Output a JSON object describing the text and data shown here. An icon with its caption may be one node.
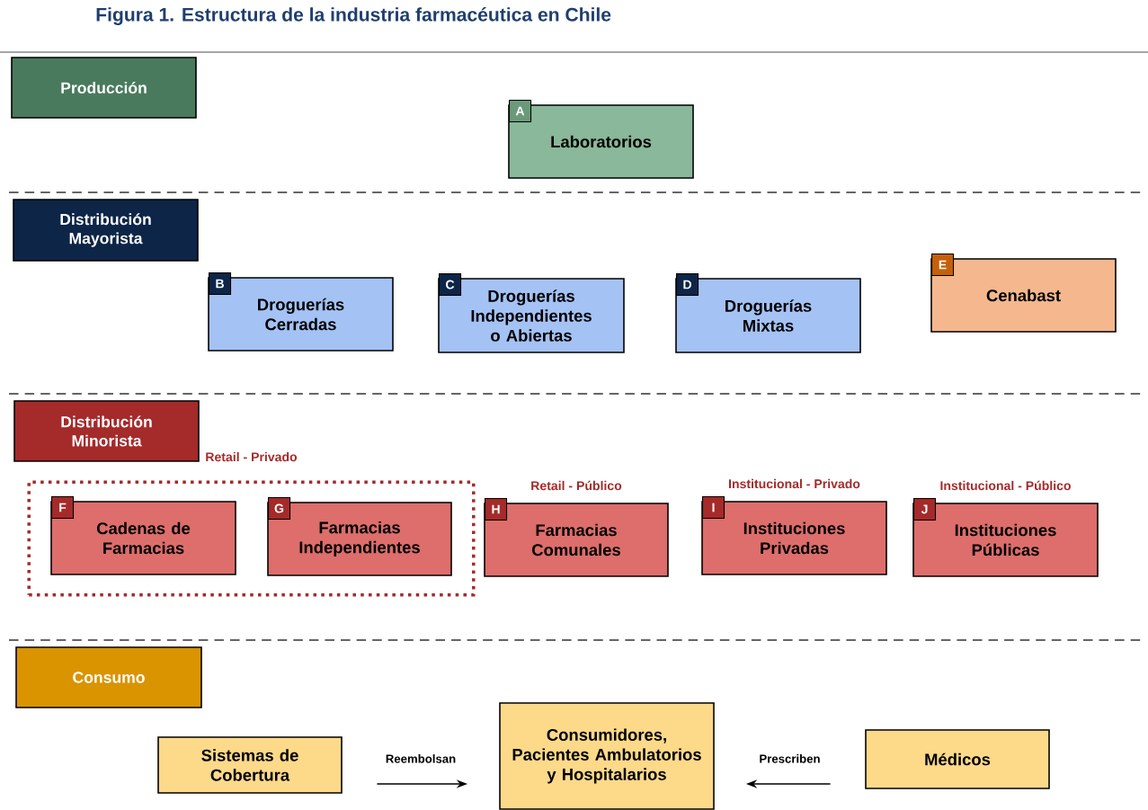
{
  "diagram": {
    "title": "Figura 1. Estructura de la industria farmacéutica en Chile",
    "nodes": [
      {
        "text": [
          "Producción"
        ]
      },
      {
        "text": [
          "Laboratorios"
        ]
      },
      {
        "text": [
          "A"
        ],
        "in": 1
      },
      {
        "text": [
          "Distribución Mayorista"
        ]
      },
      {
        "text": [
          "Droguerías Cerradas"
        ]
      },
      {
        "text": [
          "B"
        ],
        "in": 4
      },
      {
        "text": [
          "Droguerías Independientes o Abiertas"
        ]
      },
      {
        "text": [
          "C"
        ],
        "in": 6
      },
      {
        "text": [
          "Droguerías Mixtas"
        ]
      },
      {
        "text": [
          "D"
        ],
        "in": 8
      },
      {
        "text": [
          "Cenabast"
        ]
      },
      {
        "text": [
          "E"
        ],
        "in": 10
      },
      {
        "text": [
          "Distribución Minorista"
        ]
      },
      {
        "text": [
          "Retail - Privado"
        ]
      },
      {
        "text": [
          "Cadenas de Farmacias"
        ],
        "in": 13
      },
      {
        "text": [
          "F"
        ],
        "in": 14
      },
      {
        "text": [
          "Farmacias Independientes"
        ],
        "in": 13
      },
      {
        "text": [
          "G"
        ],
        "in": 16
      },
      {
        "text": [
          "Farmacias Comunales"
        ],
        "beside": [
          "Retail - Público"
        ]
      },
      {
        "text": [
          "H"
        ],
        "in": 18
      },
      {
        "text": [
          "Instituciones Privadas"
        ],
        "beside": [
          "Institucional - Privado"
        ]
      },
      {
        "text": [
          "I"
        ],
        "in": 20
      },
      {
        "text": [
          "Instituciones Públicas"
        ],
        "beside": [
          "Institucional - Público"
        ]
      },
      {
        "text": [
          "J"
        ],
        "in": 22
      },
      {
        "text": [
          "Consumo"
        ]
      },
      {
        "text": [
          "Sistemas de Cobertura"
        ]
      },
      {
        "text": [
          "Consumidores, Pacientes Ambulatorios y Hospitalarios"
        ]
      },
      {
        "text": [
          "Médicos"
        ]
      }
    ],
    "edges": [
      {
        "from": 25,
        "to": 26,
        "arrow": "to",
        "label": "Reembolsan"
      },
      {
        "from": 27,
        "to": 26,
        "arrow": "to",
        "label": "Prescriben"
      }
    ]
  }
}
